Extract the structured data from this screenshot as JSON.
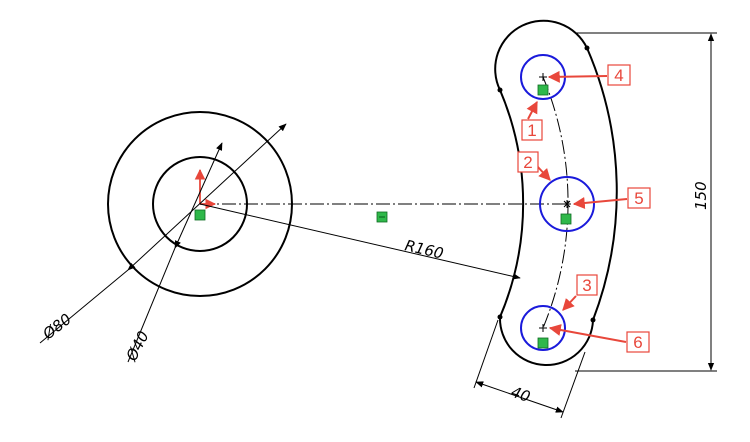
{
  "dimensions": {
    "outer_diameter": "Ø80",
    "inner_diameter": "Ø40",
    "radius": "R160",
    "slot_width": "40",
    "height": "150"
  },
  "callouts": [
    "1",
    "2",
    "3",
    "4",
    "5",
    "6"
  ],
  "colors": {
    "geometry": "#000000",
    "circles": "#1a1adb",
    "callout": "#e8473b",
    "relation_marker": "#2fb84a",
    "origin_axis": "#e8473b"
  }
}
